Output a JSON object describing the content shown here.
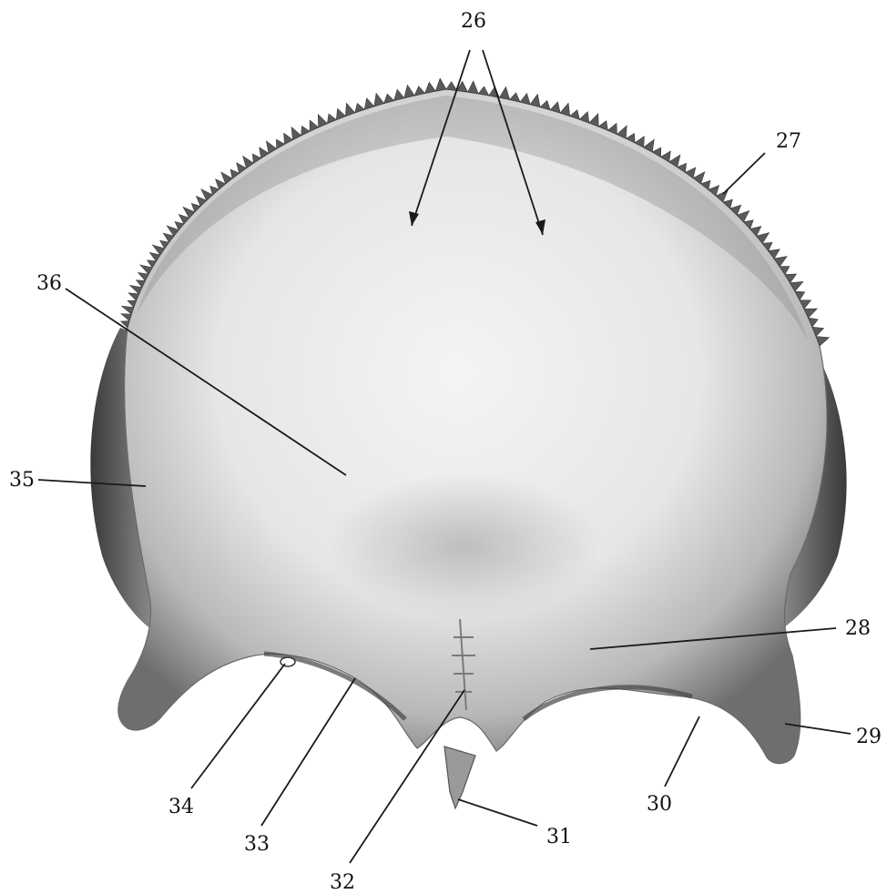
{
  "figure": {
    "labels": {
      "l26": "26",
      "l27": "27",
      "l28": "28",
      "l29": "29",
      "l30": "30",
      "l31": "31",
      "l32": "32",
      "l33": "33",
      "l34": "34",
      "l35": "35",
      "l36": "36"
    },
    "colors": {
      "bone_light": "#f2f2f2",
      "bone_mid": "#bdbdbd",
      "bone_dark": "#4a4a4a",
      "leader": "#1a1a1a",
      "text": "#111111"
    }
  }
}
